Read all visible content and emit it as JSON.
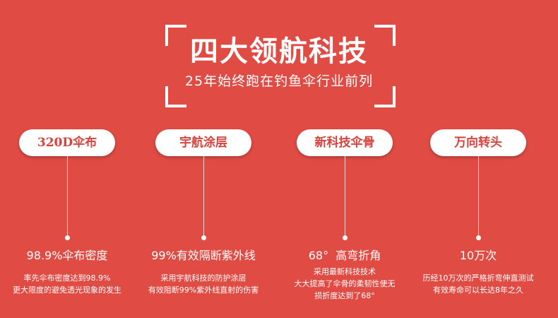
{
  "header": {
    "title": "四大领航科技",
    "subtitle": "25年始终跑在钓鱼伞行业前列"
  },
  "features": [
    {
      "tag": "320D伞布",
      "headline": "98.9%伞布密度",
      "desc": [
        "率先伞布密度达到98.9%",
        "更大限度的避免透光现象的发生"
      ]
    },
    {
      "tag": "宇航涂层",
      "headline": "99%有效隔断紫外线",
      "desc": [
        "采用宇航科技的防护涂层",
        "有效阻断99%紫外线直射的伤害"
      ]
    },
    {
      "tag": "新科技伞骨",
      "headline": "68°  高弯折角",
      "desc": [
        "采用最新科技技术",
        "大大提高了伞骨的柔韧性使无",
        "损折度达到了68°"
      ]
    },
    {
      "tag": "万向转头",
      "headline": "10万次",
      "desc": [
        "历经10万次的严格折弯伸直测试",
        "有效寿命可以长达8年之久"
      ]
    }
  ],
  "colors": {
    "background": "#e04b44",
    "pill_text": "#d8423b"
  }
}
